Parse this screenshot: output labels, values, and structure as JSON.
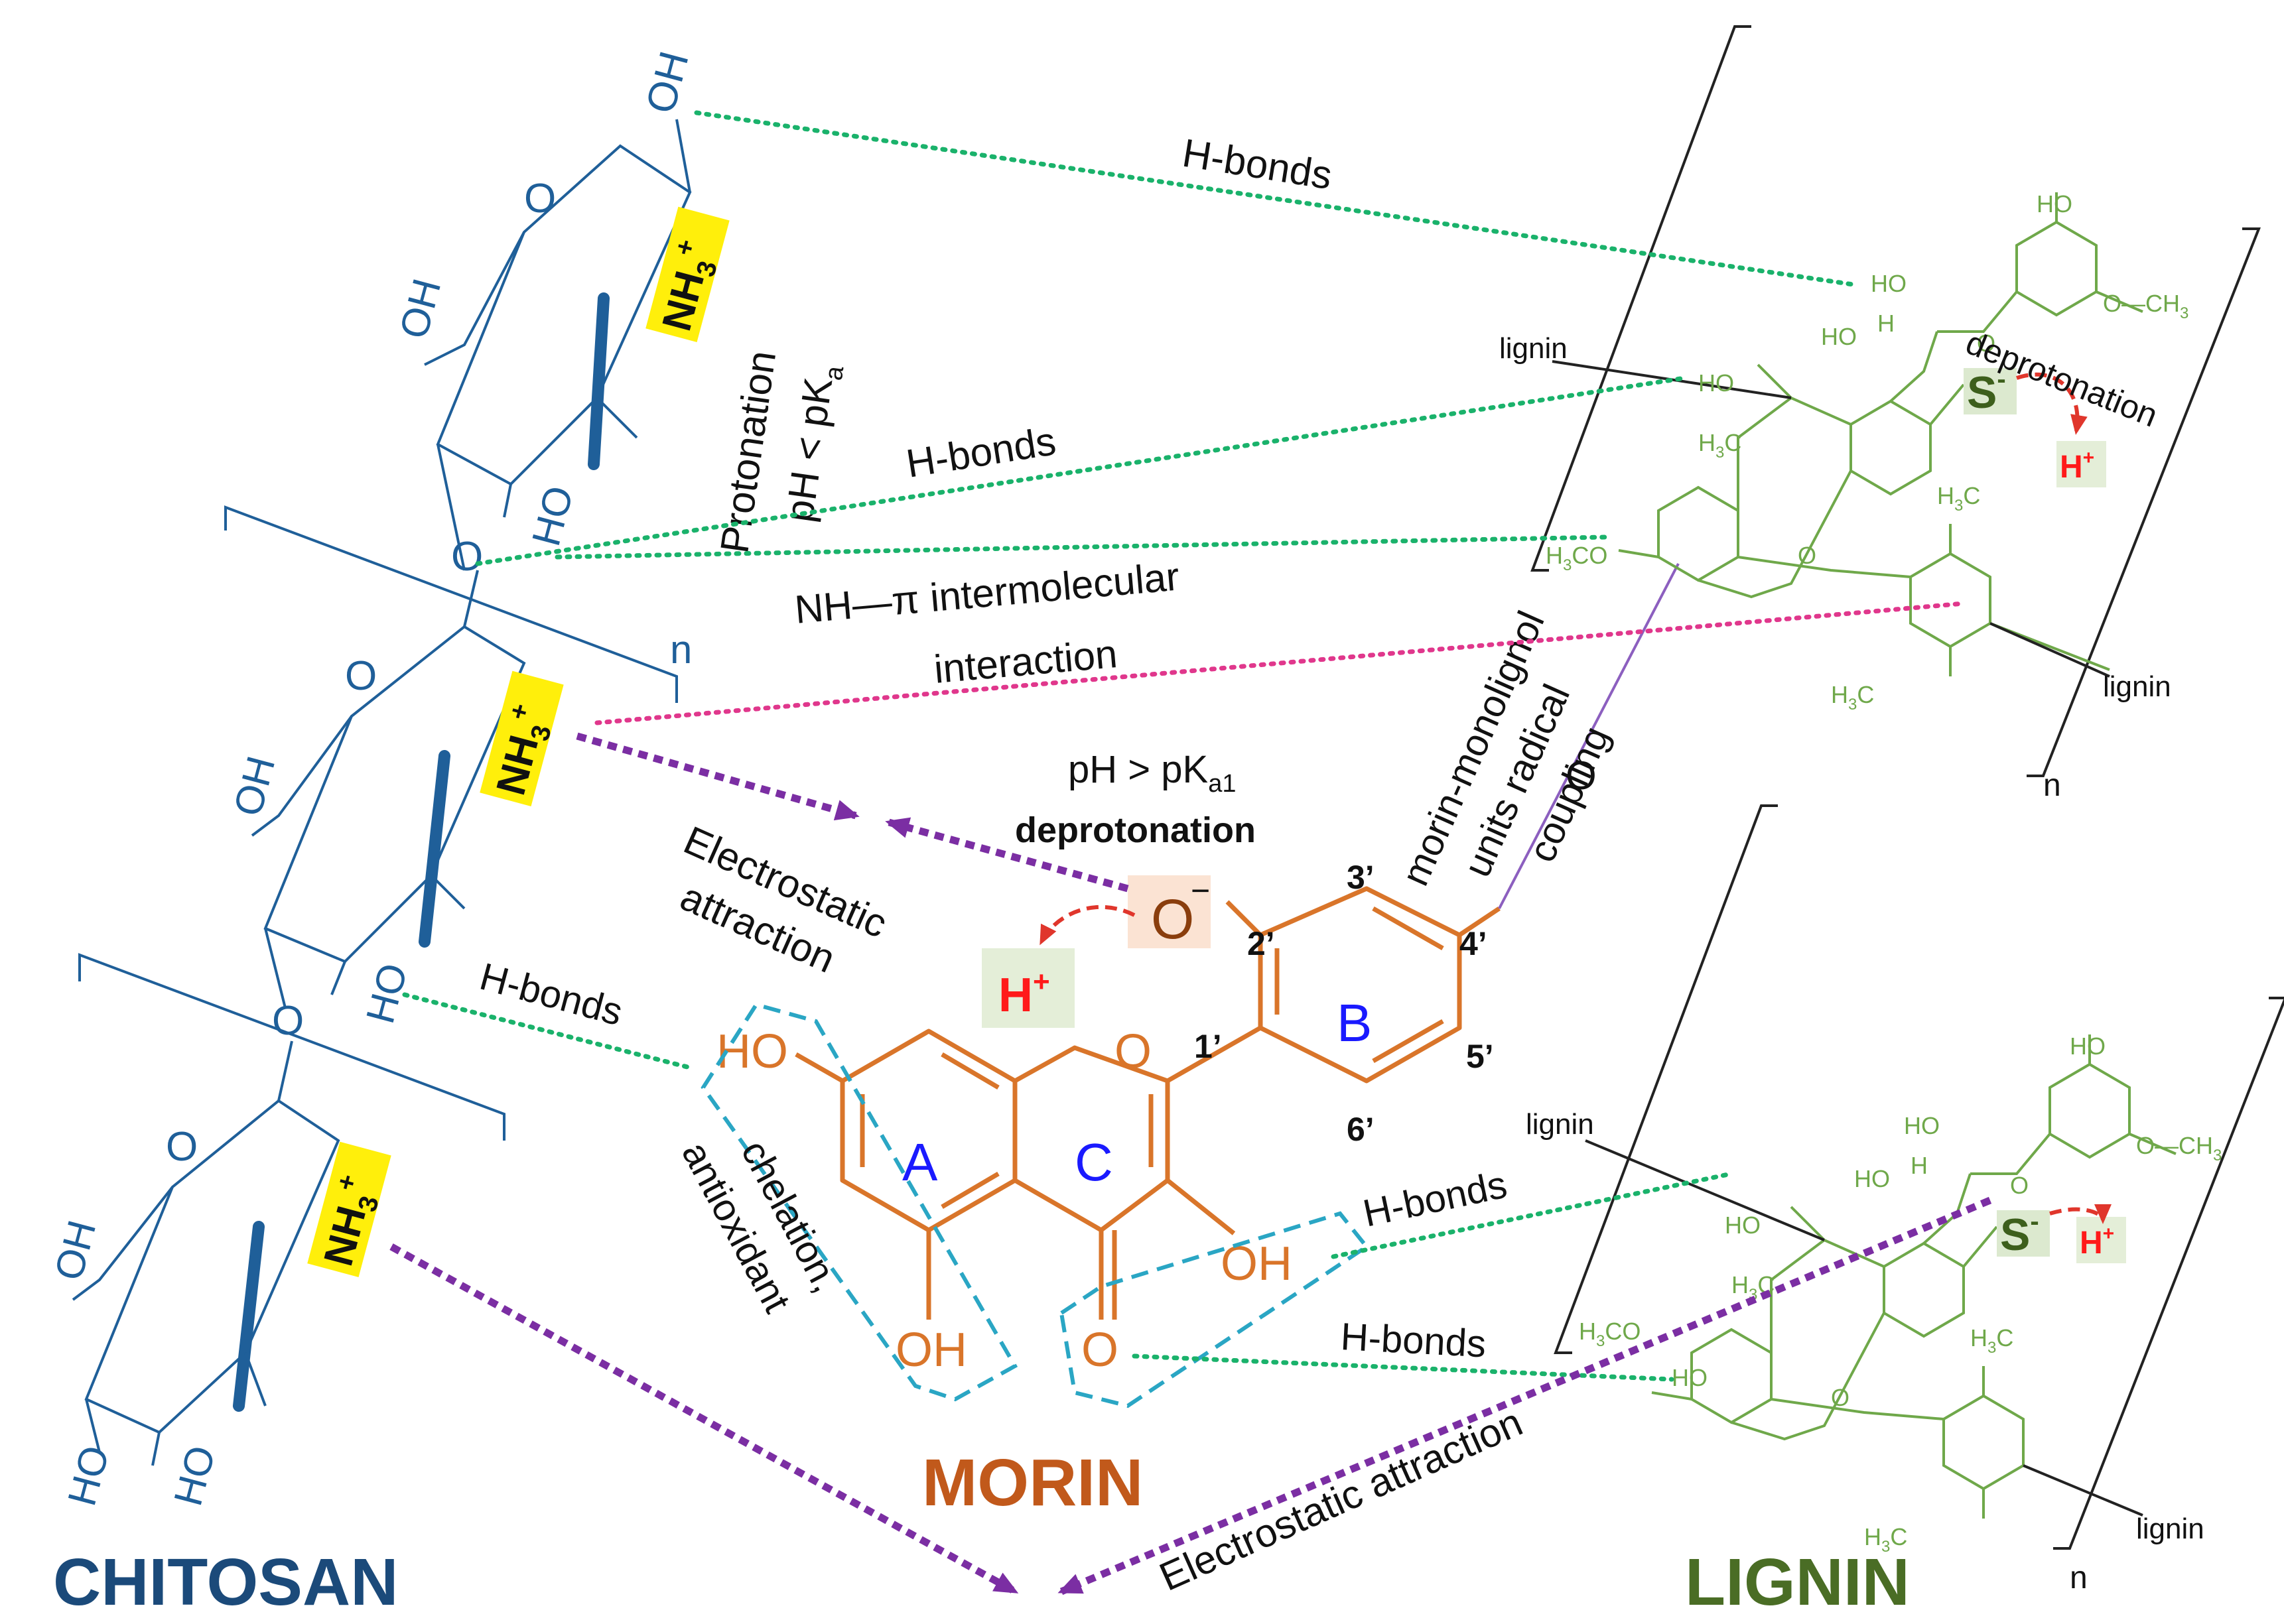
{
  "colors": {
    "chitosan": "#1f5f99",
    "morin": "#d9752a",
    "morin_title": "#c1591b",
    "lignin": "#6fa84a",
    "lignin_title": "#4a6d25",
    "hbond": "#1ab26b",
    "nh_pi": "#e0378c",
    "electrostatic": "#7b2ea3",
    "deprotonation_arrow": "#e0362c",
    "chelation_box": "#2aa6c4",
    "nh3_highlight": "#ffef0b",
    "ring_letter": "#1a1aff",
    "proton": "#ff1a1a"
  },
  "titles": {
    "chitosan": "CHITOSAN",
    "morin": "MORIN",
    "lignin": "LIGNIN"
  },
  "chitosan": {
    "oh": "OH",
    "ho": "HO",
    "ring_o": "O",
    "nh3": "NH",
    "nh3_sub": "3",
    "nh3_sup": "+",
    "n": "n"
  },
  "morin": {
    "ring_a": "A",
    "ring_b": "B",
    "ring_c": "C",
    "ho": "HO",
    "oh": "OH",
    "o_ring": "O",
    "o_carbonyl": "O",
    "o_minus": "O",
    "minus": "−",
    "h_plus": "H",
    "plus": "+",
    "positions": [
      "2’",
      "3’",
      "4’",
      "5’",
      "6’",
      "1’"
    ]
  },
  "lignin": {
    "label": "lignin",
    "s_minus": "S",
    "minus": "-",
    "h_plus": "H",
    "plus": "+",
    "ho": "HO",
    "h": "H",
    "o": "O",
    "ch3": "O—CH",
    "ch3_sub": "3",
    "h3c": "H",
    "h3c_sub": "3",
    "h3c_c": "C",
    "n": "n",
    "coupling_o": "O"
  },
  "labels": {
    "hbonds": "H-bonds",
    "protonation": "Protonation",
    "ph_lt": "pH < pK",
    "ph_lt_sub": "a",
    "nh_pi_1": "NH—π intermolecular",
    "nh_pi_2": "interaction",
    "electrostatic_1": "Electrostatic",
    "electrostatic_2": "attraction",
    "electrostatic_full": "Electrostatic attraction",
    "ph_gt": "pH > pK",
    "ph_gt_sub": "a1",
    "deprotonation": "deprotonation",
    "deprotonation_lig": "deprotonation",
    "coupling_1": "morin-monolignol",
    "coupling_2": "units radical",
    "coupling_3": "coupling",
    "chelation": "chelation,",
    "antioxidant": "antioxidant"
  }
}
